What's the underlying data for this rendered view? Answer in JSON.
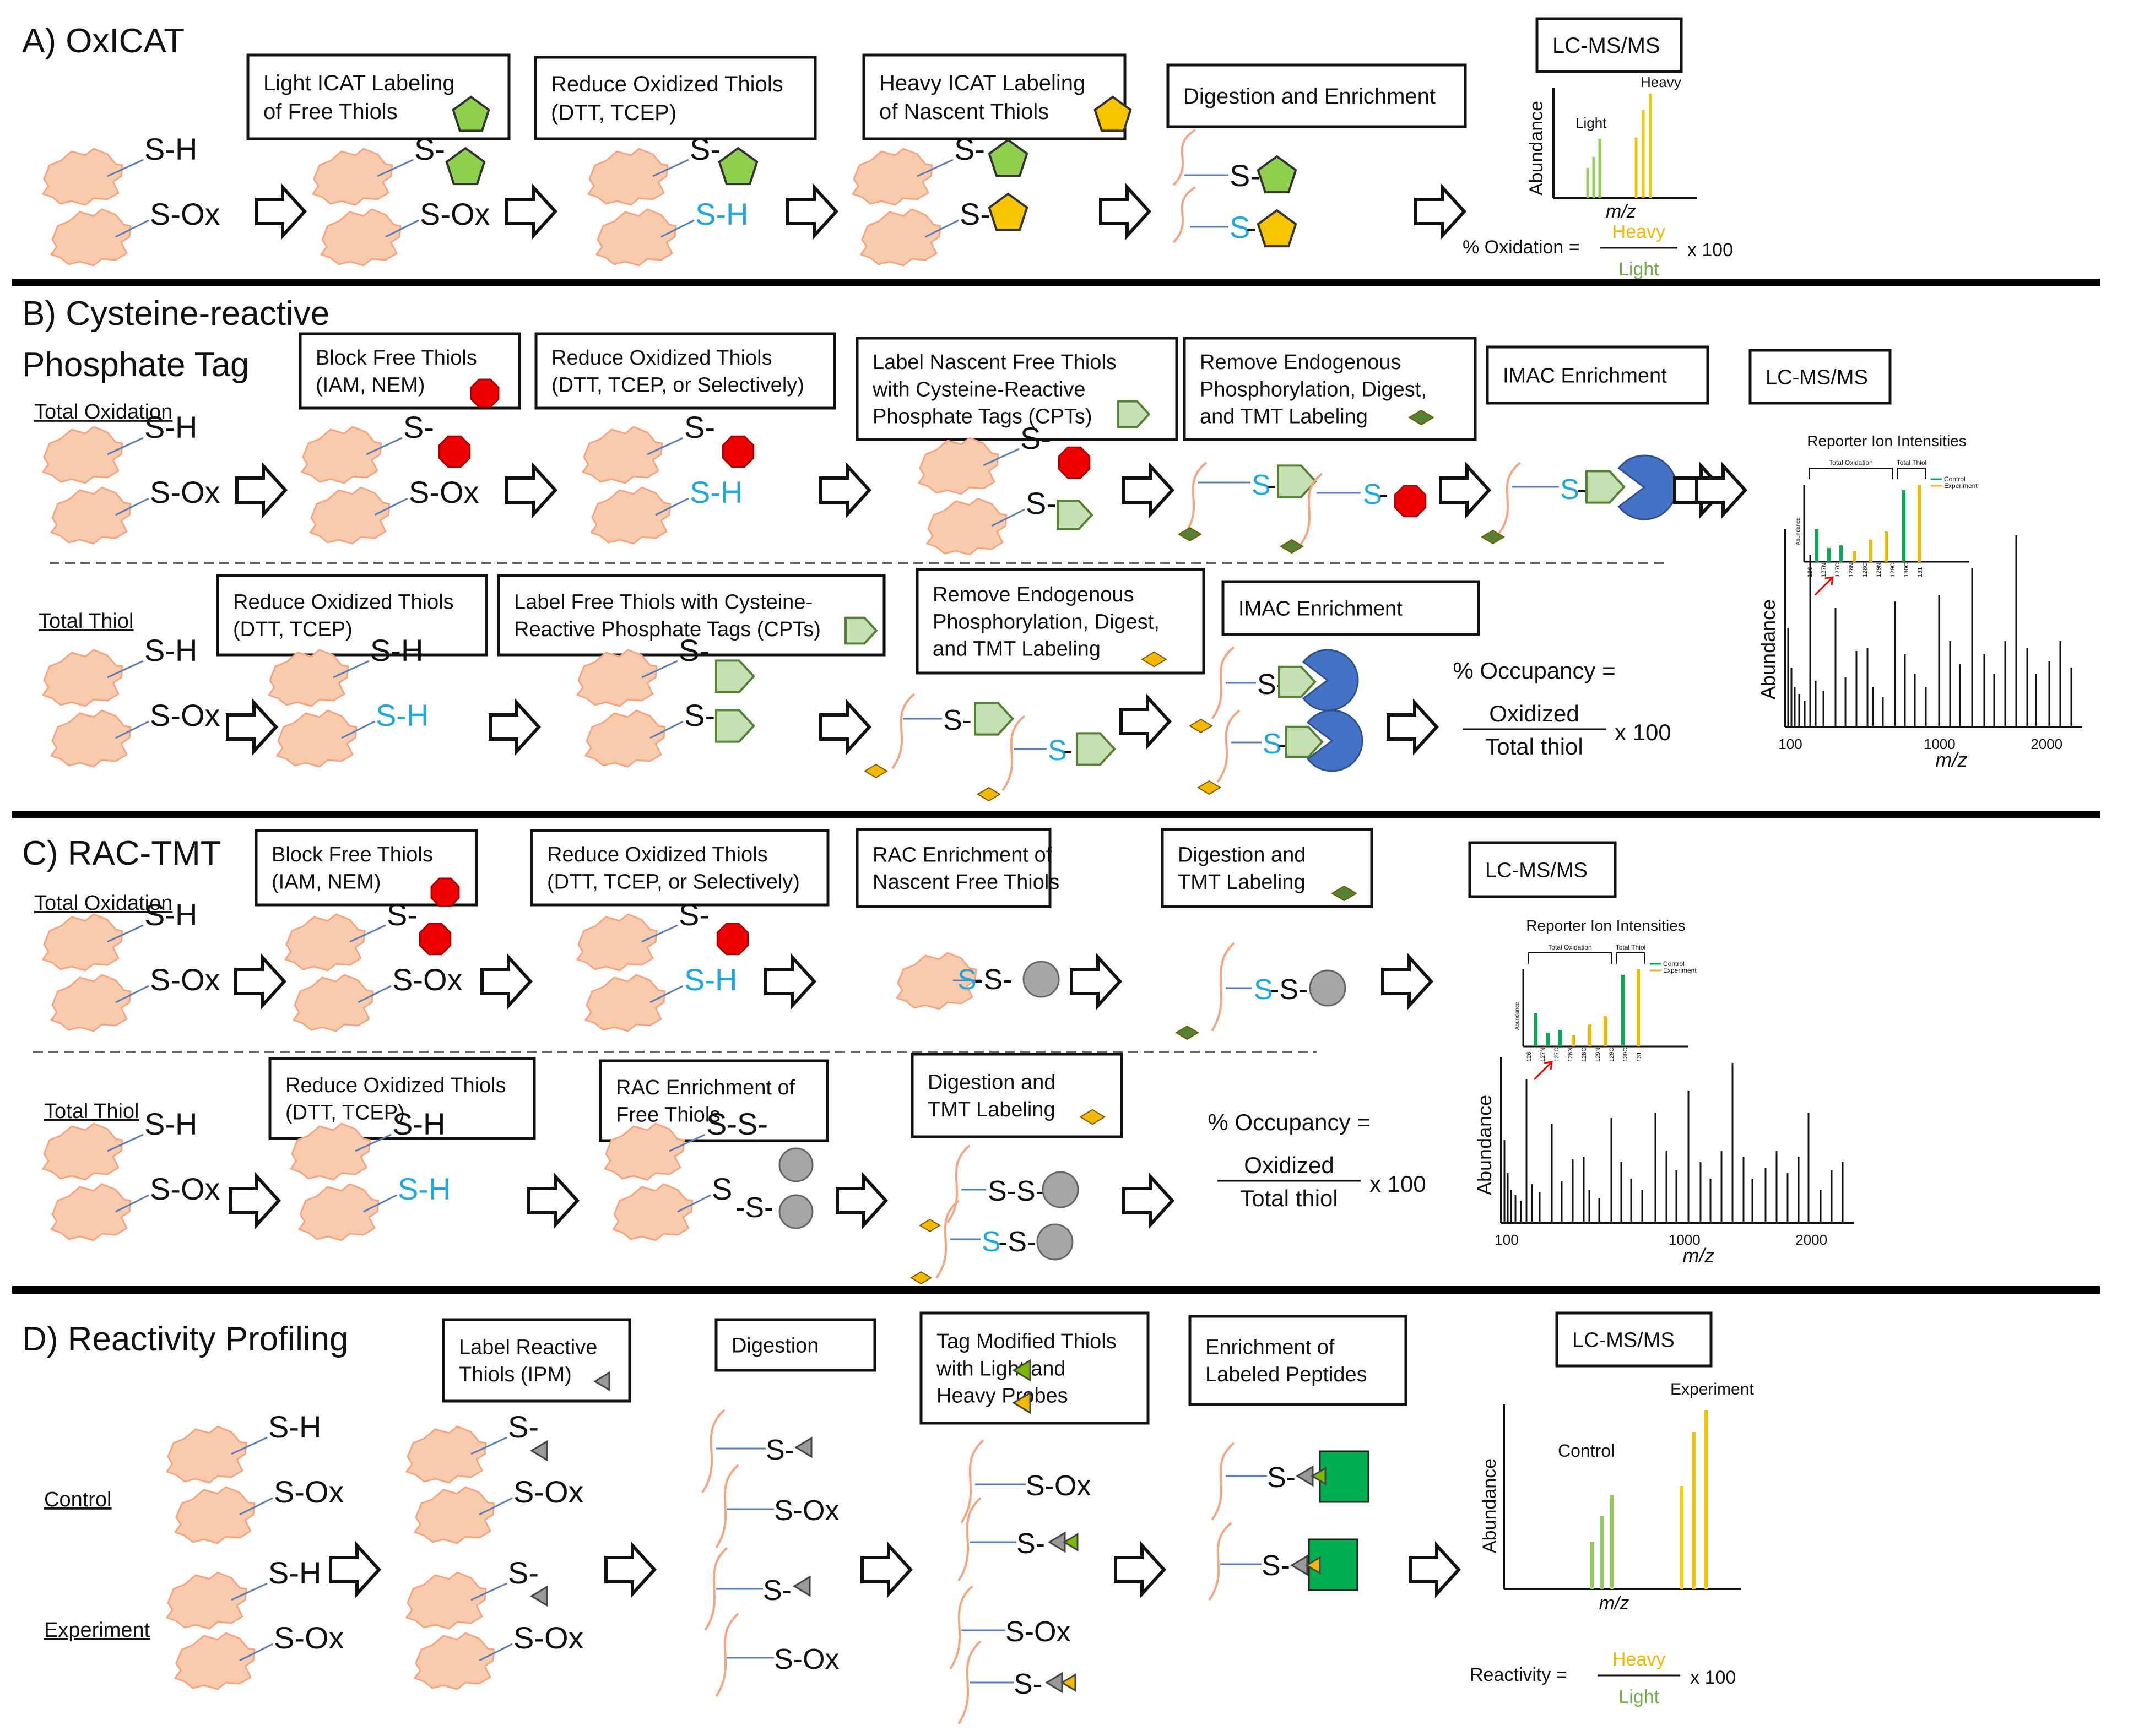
{
  "colors": {
    "light": "#70ad47",
    "light_fill": "#8fd14f",
    "heavy": "#f5b800",
    "heavy_fill": "#f6c500",
    "blue_sh": "#1fa7e0",
    "protein": "#f8cbad",
    "protein_edge": "#f4a582",
    "red": "#ef0000",
    "tag_green": "#c6e0b4",
    "tag_edge": "#548235",
    "imac_blue": "#4472c4",
    "gray_bead": "#a6a6a6",
    "green_box": "#00b050",
    "control_green": "#00b050"
  },
  "panels": {
    "A": {
      "title": "A) OxICAT",
      "boxes": [
        "Light ICAT Labeling\nof Free Thiols",
        "Reduce Oxidized Thiols\n(DTT, TCEP)",
        "Heavy ICAT Labeling\nof Nascent Thiols",
        "Digestion and Enrichment",
        "LC-MS/MS"
      ],
      "chart": {
        "ylabel": "Abundance",
        "xlabel": "m/z",
        "light": "Light",
        "heavy": "Heavy"
      },
      "formula": {
        "prefix": "% Oxidation =",
        "num": "Heavy",
        "den": "Light",
        "suffix": "x 100"
      }
    },
    "B": {
      "title1": "B) Cysteine-reactive",
      "title2": "Phosphate Tag",
      "row1": "Total Oxidation",
      "row2": "Total Thiol",
      "boxes1": [
        "Block Free Thiols\n(IAM, NEM)",
        "Reduce Oxidized Thiols\n(DTT, TCEP, or Selectively)",
        "Label Nascent Free Thiols\nwith Cysteine-Reactive\nPhosphate Tags (CPTs)",
        "Remove Endogenous\nPhosphorylation,  Digest,\nand TMT Labeling",
        "IMAC Enrichment",
        "LC-MS/MS"
      ],
      "boxes2": [
        "Reduce Oxidized Thiols\n(DTT, TCEP)",
        "Label Free Thiols with Cysteine-\nReactive Phosphate Tags (CPTs)",
        "Remove Endogenous\nPhosphorylation,  Digest,\nand TMT Labeling",
        "IMAC Enrichment"
      ],
      "formula": {
        "prefix": "% Occupancy =",
        "num": "Oxidized",
        "den": "Total thiol",
        "suffix": "x 100"
      },
      "spectrum": {
        "title": "Reporter Ion Intensities",
        "ylabel": "Abundance",
        "xlabel": "m/z",
        "ticks": [
          "100",
          "1000",
          "2000"
        ],
        "inset_ticks": [
          "126",
          "127N",
          "127C",
          "128N",
          "128C",
          "129N",
          "129C",
          "130C",
          "131"
        ],
        "inset_groups": [
          "Total Oxidation",
          "Total Thiol"
        ],
        "legend": [
          "Control",
          "Experiment"
        ]
      }
    },
    "C": {
      "title": "C) RAC-TMT",
      "row1": "Total Oxidation",
      "row2": "Total Thiol",
      "boxes1": [
        "Block Free Thiols\n(IAM, NEM)",
        "Reduce Oxidized Thiols\n(DTT, TCEP, or Selectively)",
        "RAC Enrichment  of\nNascent Free Thiols",
        "Digestion and\nTMT Labeling",
        "LC-MS/MS"
      ],
      "boxes2": [
        "Reduce Oxidized Thiols\n(DTT, TCEP)",
        "RAC Enrichment  of\nFree Thiols",
        "Digestion and\nTMT Labeling"
      ],
      "formula": {
        "prefix": "% Occupancy =",
        "num": "Oxidized",
        "den": "Total thiol",
        "suffix": "x 100"
      },
      "spectrum": {
        "title": "Reporter Ion Intensities",
        "ylabel": "Abundance",
        "xlabel": "m/z",
        "ticks": [
          "100",
          "1000",
          "2000"
        ],
        "inset_ticks": [
          "126",
          "127N",
          "127C",
          "128N",
          "128C",
          "129N",
          "129C",
          "130C",
          "131"
        ],
        "inset_groups": [
          "Total Oxidation",
          "Total Thiol"
        ],
        "legend": [
          "Control",
          "Experiment"
        ]
      }
    },
    "D": {
      "title": "D) Reactivity Profiling",
      "row1": "Control",
      "row2": "Experiment",
      "boxes": [
        "Label Reactive\nThiols (IPM)",
        "Digestion",
        "Tag Modified Thiols\nwith Light      and\nHeavy      Probes",
        "Enrichment  of\nLabeled Peptides",
        "LC-MS/MS"
      ],
      "chart": {
        "ylabel": "Abundance",
        "xlabel": "m/z",
        "control": "Control",
        "experiment": "Experiment"
      },
      "formula": {
        "prefix": "Reactivity =",
        "num": "Heavy",
        "den": "Light",
        "suffix": "x 100"
      }
    }
  },
  "labels": {
    "sh": "S-H",
    "sox": "S-Ox",
    "s": "S-",
    "s_plain": "S",
    "ss": "S-S-"
  }
}
